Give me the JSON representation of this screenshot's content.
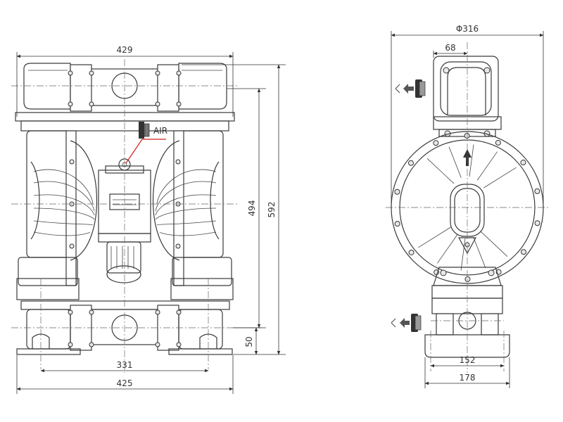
{
  "front_view": {
    "dim_width_top": "429",
    "dim_width_bottom": "425",
    "dim_base_holes": "331",
    "dim_height_outlet": "494",
    "dim_height_total": "592",
    "dim_inlet_height": "50",
    "air_label": "AIR"
  },
  "side_view": {
    "dim_diameter": "Φ316",
    "dim_outlet_offset": "68",
    "dim_base_holes": "152",
    "dim_base_width": "178"
  },
  "icons": {
    "air_inlet": "air-fitting-icon",
    "fluid_outlet": "fluid-outlet-icon",
    "fluid_inlet": "fluid-inlet-icon",
    "flow_arrow": "arrow-up-icon"
  },
  "colors": {
    "line": "#3a3a3a",
    "air_leader": "#d21f1f"
  }
}
